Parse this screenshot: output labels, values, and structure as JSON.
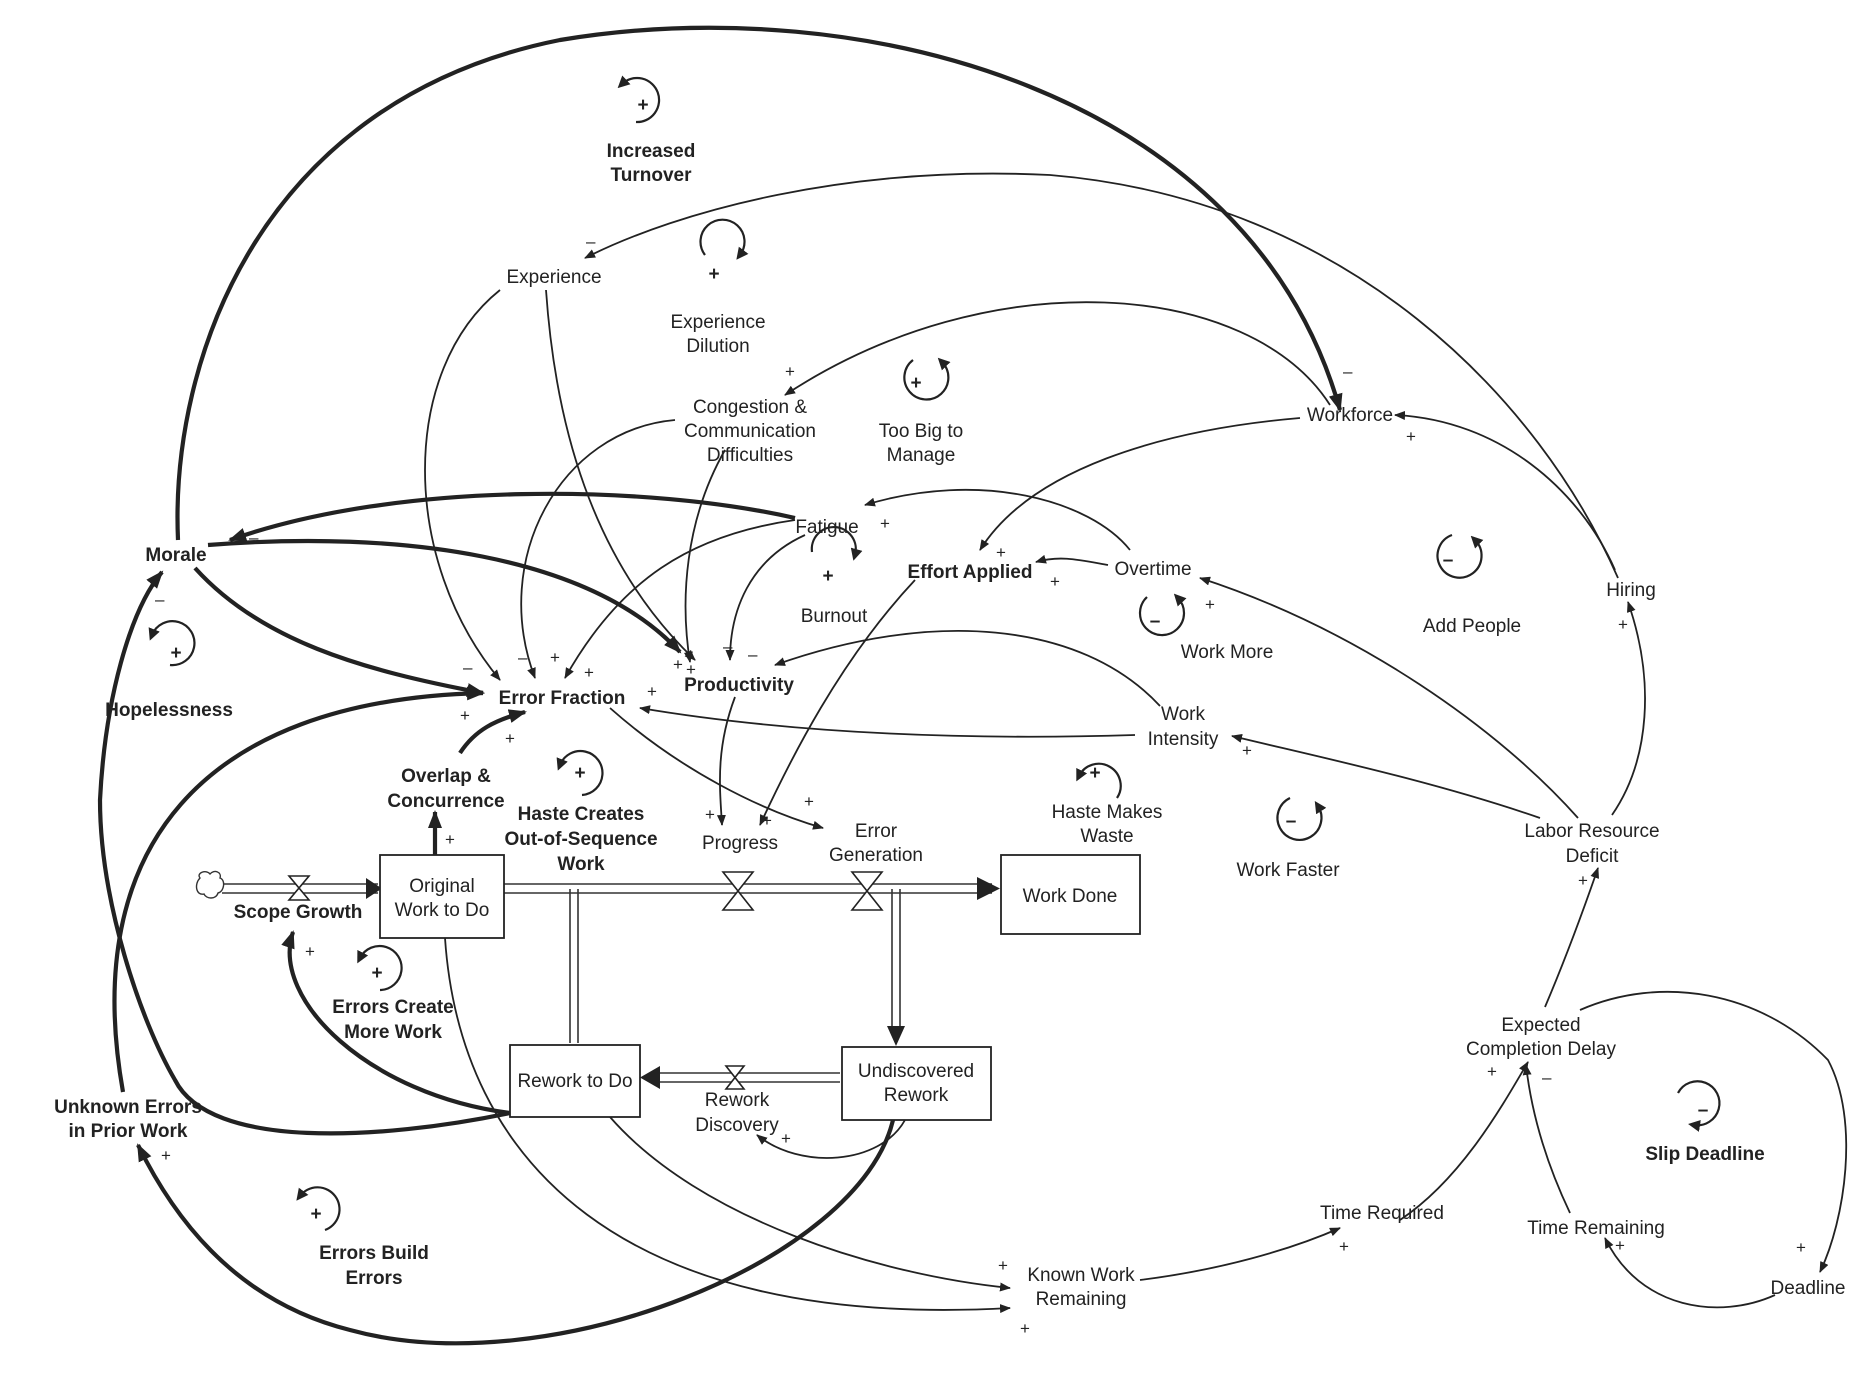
{
  "variables": {
    "morale": "Morale",
    "error_fraction": "Error Fraction",
    "productivity": "Productivity",
    "effort_applied": "Effort Applied",
    "experience": "Experience",
    "congestion": [
      "Congestion &",
      "Communication",
      "Difficulties"
    ],
    "fatigue": "Fatigue",
    "overtime": "Overtime",
    "workforce": "Workforce",
    "hiring": "Hiring",
    "work_intensity": [
      "Work",
      "Intensity"
    ],
    "labor_deficit": [
      "Labor Resource",
      "Deficit"
    ],
    "progress": "Progress",
    "error_generation": [
      "Error",
      "Generation"
    ],
    "overlap": [
      "Overlap &",
      "Concurrence"
    ],
    "scope_growth": "Scope Growth",
    "rework_discovery": [
      "Rework",
      "Discovery"
    ],
    "unknown_errors": [
      "Unknown Errors",
      "in Prior Work"
    ],
    "expected_delay": [
      "Expected",
      "Completion Delay"
    ],
    "time_required": "Time Required",
    "time_remaining": "Time Remaining",
    "deadline": "Deadline",
    "known_work": [
      "Known Work",
      "Remaining"
    ]
  },
  "stocks": {
    "original_work": [
      "Original",
      "Work to Do"
    ],
    "work_done": "Work Done",
    "rework_to_do": "Rework to Do",
    "undiscovered_rework": [
      "Undiscovered",
      "Rework"
    ]
  },
  "loops": {
    "increased_turnover": {
      "label": [
        "Increased",
        "Turnover"
      ],
      "sign": "+"
    },
    "experience_dilution": {
      "label": [
        "Experience",
        "Dilution"
      ],
      "sign": "+"
    },
    "too_big": {
      "label": [
        "Too Big to",
        "Manage"
      ],
      "sign": "+"
    },
    "burnout": {
      "label": [
        "Burnout"
      ],
      "sign": "+"
    },
    "work_more": {
      "label": [
        "Work More"
      ],
      "sign": "–"
    },
    "add_people": {
      "label": [
        "Add People"
      ],
      "sign": "–"
    },
    "hopelessness": {
      "label": [
        "Hopelessness"
      ],
      "sign": "+"
    },
    "haste_out_of_seq": {
      "label": [
        "Haste Creates",
        "Out-of-Sequence",
        "Work"
      ],
      "sign": "+"
    },
    "haste_waste": {
      "label": [
        "Haste Makes",
        "Waste"
      ],
      "sign": "+"
    },
    "work_faster": {
      "label": [
        "Work Faster"
      ],
      "sign": "–"
    },
    "errors_more_work": {
      "label": [
        "Errors Create",
        "More Work"
      ],
      "sign": "+"
    },
    "errors_build": {
      "label": [
        "Errors Build",
        "Errors"
      ],
      "sign": "+"
    },
    "slip_deadline": {
      "label": [
        "Slip Deadline"
      ],
      "sign": "–"
    }
  },
  "polarity": {
    "plus": "+",
    "minus": "–"
  }
}
